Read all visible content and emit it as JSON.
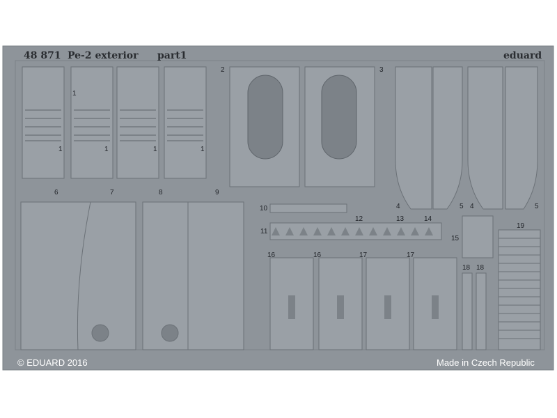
{
  "header": {
    "set_number": "48 871",
    "title": "Pe-2 exterior",
    "part": "part1",
    "brand": "eduard"
  },
  "footer": {
    "copyright": "© EDUARD 2016",
    "origin": "Made in Czech Republic"
  },
  "part_numbers": {
    "p1a": "1",
    "p1b": "1",
    "p1c": "1",
    "p1d": "1",
    "p1e": "1",
    "p2": "2",
    "p3": "3",
    "p4a": "4",
    "p4b": "4",
    "p5a": "5",
    "p5b": "5",
    "p6": "6",
    "p7": "7",
    "p8": "8",
    "p9": "9",
    "p10": "10",
    "p11": "11",
    "p12": "12",
    "p13": "13",
    "p14": "14",
    "p15": "15",
    "p16a": "16",
    "p16b": "16",
    "p17a": "17",
    "p17b": "17",
    "p18a": "18",
    "p18b": "18",
    "p19": "19"
  },
  "colors": {
    "fret": "#8e949a",
    "part": "#9aa0a6",
    "etch_line": "#6b7177",
    "rivet": "#5e646a",
    "background": "#ffffff"
  }
}
